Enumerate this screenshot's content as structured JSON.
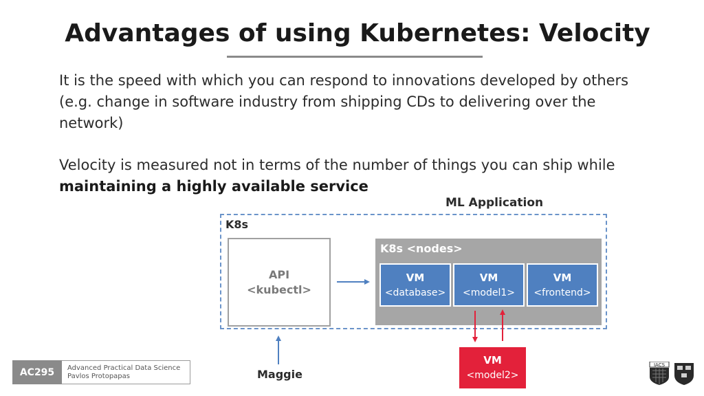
{
  "title": "Advantages of using Kubernetes: Velocity",
  "paragraph1": "It is the speed with which you can respond to innovations developed by others (e.g. change in software industry from shipping CDs to delivering over the network)",
  "paragraph2": {
    "prefix": "Velocity is measured not in terms of the number of things you can ship while ",
    "emphasis": "maintaining a highly available service"
  },
  "diagram": {
    "ml_application_label": "ML Application",
    "k8s_label": "K8s",
    "api": {
      "line1": "API",
      "line2": "<kubectl>"
    },
    "nodes_label": "K8s <nodes>",
    "vms": [
      {
        "title": "VM",
        "sub": "<database>"
      },
      {
        "title": "VM",
        "sub": "<model1>"
      },
      {
        "title": "VM",
        "sub": "<frontend>"
      }
    ],
    "new_vm": {
      "title": "VM",
      "sub": "<model2>"
    },
    "user": "Maggie"
  },
  "footer": {
    "code": "AC295",
    "line1": "Advanced Practical Data Science",
    "line2": "Pavlos Protopapas",
    "logo_text": "IACS"
  },
  "colors": {
    "vm_blue": "#4f80c0",
    "vm_red": "#e3213a",
    "dashed_border": "#6a93c9",
    "nodes_gray": "#a6a6a6"
  }
}
